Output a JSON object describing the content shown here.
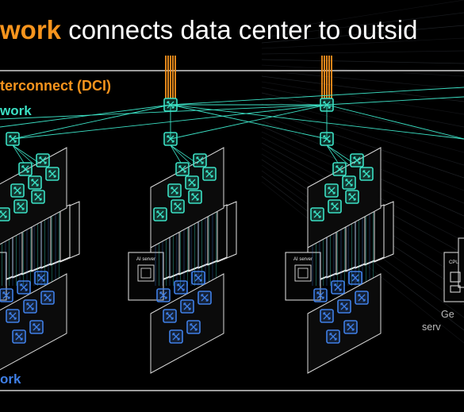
{
  "title": {
    "accent": "work",
    "rest": " connects data center to outsid"
  },
  "labels": {
    "dci": "terconnect (DCI)",
    "front": "work",
    "back": "ork"
  },
  "ai_server_label": "AI server",
  "cpu_label": "CPU",
  "general_server": {
    "line1": "Ge",
    "line2": "serv"
  },
  "colors": {
    "orange": "#f7941d",
    "teal": "#3be0c4",
    "blue": "#3f7fe6",
    "white": "#ffffff",
    "grey": "#9a9a9a"
  },
  "icons": [
    "switch-icon",
    "ai-server-icon",
    "cpu-server-icon"
  ]
}
